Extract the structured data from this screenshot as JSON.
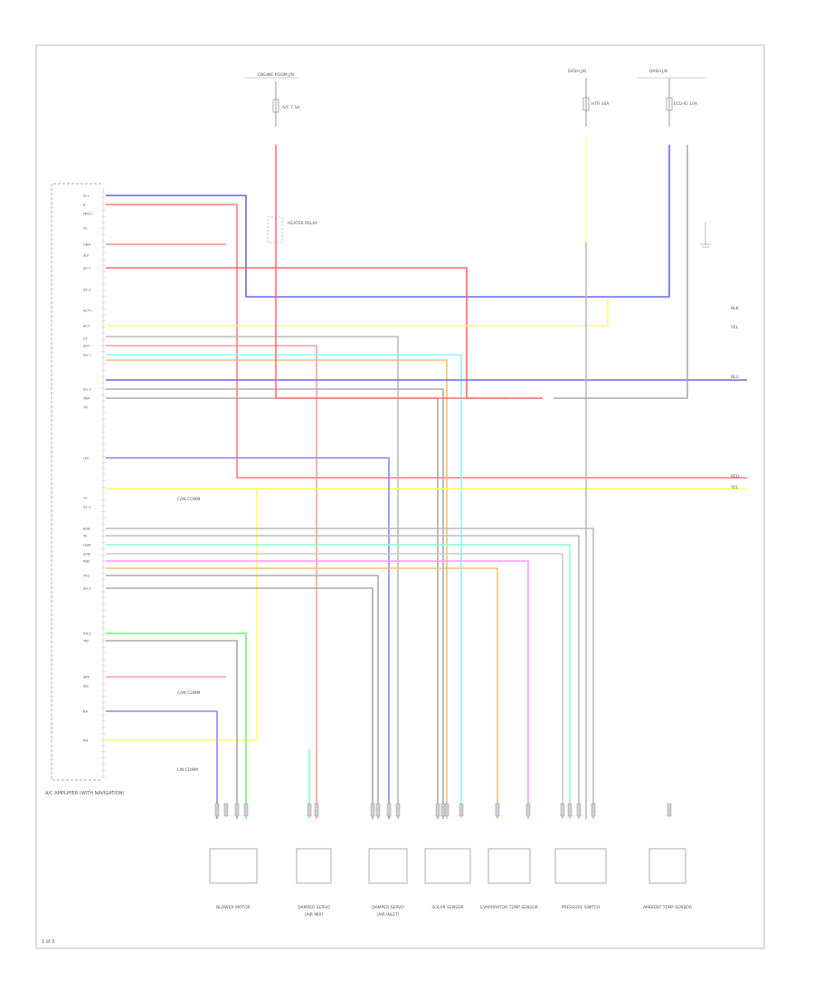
{
  "page_number": "1 of 3",
  "ecu": {
    "label": "A/C AMPLIFIER (WITH NAVIGATION)",
    "pins_upper": [
      "IG+",
      "B",
      "MPX+",
      "TC",
      "GND",
      "SLP",
      "S5-1",
      "S5-2",
      "ACT+",
      "ACT-",
      "CP",
      "SDT",
      "SG-1",
      "SG-3",
      "TAM",
      "TR",
      "LIN",
      "TS",
      "S5-3",
      "BLW",
      "TE",
      "HSW",
      "SSW"
    ],
    "pins_lower": [
      "RDE",
      "FRS",
      "SG-2",
      "PTC1",
      "TW",
      "SPR",
      "IN1",
      "BA",
      "RH"
    ]
  },
  "fuses": {
    "left": {
      "box": "ENGINE ROOM J/B",
      "name": "A/C 7.5A"
    },
    "right_a": {
      "box": "DASH J/B",
      "name": "HTR 10A"
    },
    "right_b": {
      "box": "DASH J/B",
      "name": "ECU-IG 10A"
    }
  },
  "relays": {
    "main": "HEATER RELAY"
  },
  "right_refs": [
    "BLK",
    "YEL",
    "BLU",
    "RED",
    "YEL"
  ],
  "components": [
    {
      "name": "BLOWER MOTOR",
      "sub": ""
    },
    {
      "name": "DAMPER SERVO",
      "sub": "(AIR MIX)"
    },
    {
      "name": "DAMPER SERVO",
      "sub": "(AIR INLET)"
    },
    {
      "name": "SOLAR SENSOR",
      "sub": ""
    },
    {
      "name": "EVAPORATOR TEMP SENSOR",
      "sub": ""
    },
    {
      "name": "PRESSURE SWITCH",
      "sub": ""
    },
    {
      "name": "AMBIENT TEMP SENSOR",
      "sub": ""
    }
  ],
  "notes": [
    "CAN COMM",
    "CAN COMM",
    "LIN COMM"
  ]
}
